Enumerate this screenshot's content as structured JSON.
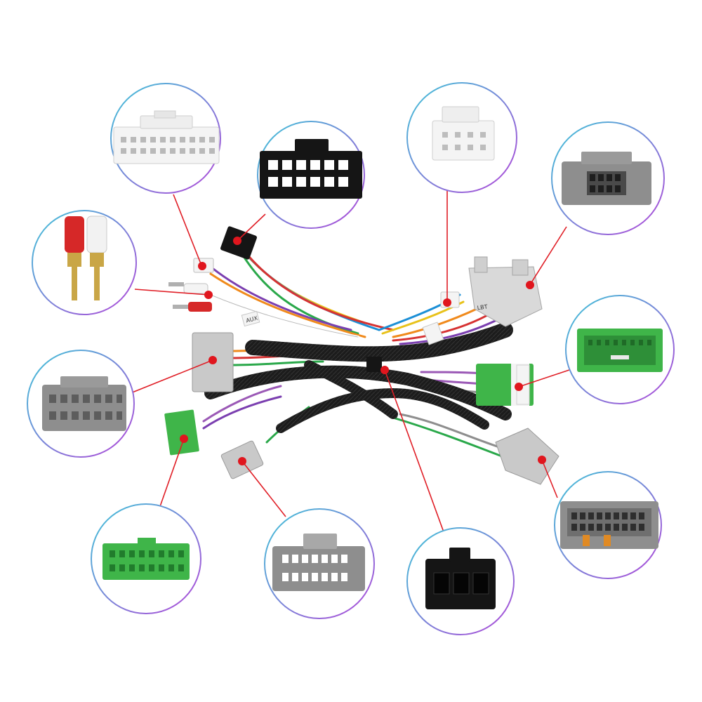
{
  "colors": {
    "ring_from": "#3fc6d8",
    "ring_to": "#b347d9",
    "leader_line": "#e01e26",
    "leader_dot": "#e0161e",
    "sleeve": "#1c1c1c",
    "connector_white": "#f4f4f4",
    "connector_black": "#151515",
    "connector_gray": "#8e8e8e",
    "connector_green": "#3fb549",
    "connector_lightgray": "#c9c9c9"
  },
  "callouts": [
    {
      "id": "white-24pin",
      "icon": "white-24-pin-connector-icon"
    },
    {
      "id": "black-16pin",
      "icon": "black-16-pin-connector-icon"
    },
    {
      "id": "white-8pin",
      "icon": "white-8-pin-connector-icon"
    },
    {
      "id": "gray-12pin",
      "icon": "gray-12-pin-connector-icon"
    },
    {
      "id": "rca-pair",
      "icon": "rca-plug-icon"
    },
    {
      "id": "gray-20pin",
      "icon": "gray-20-pin-connector-icon"
    },
    {
      "id": "green-20pin",
      "icon": "green-20-pin-connector-icon"
    },
    {
      "id": "gray-24pin",
      "icon": "gray-24-pin-connector-icon"
    },
    {
      "id": "green-28pin",
      "icon": "green-28-pin-connector-icon"
    },
    {
      "id": "gray-16pin",
      "icon": "gray-16-pin-connector-icon"
    },
    {
      "id": "black-3pin",
      "icon": "black-3-pin-power-connector-icon"
    }
  ],
  "cable_labels": {
    "aux": "AUX",
    "lbt": "LBT"
  }
}
